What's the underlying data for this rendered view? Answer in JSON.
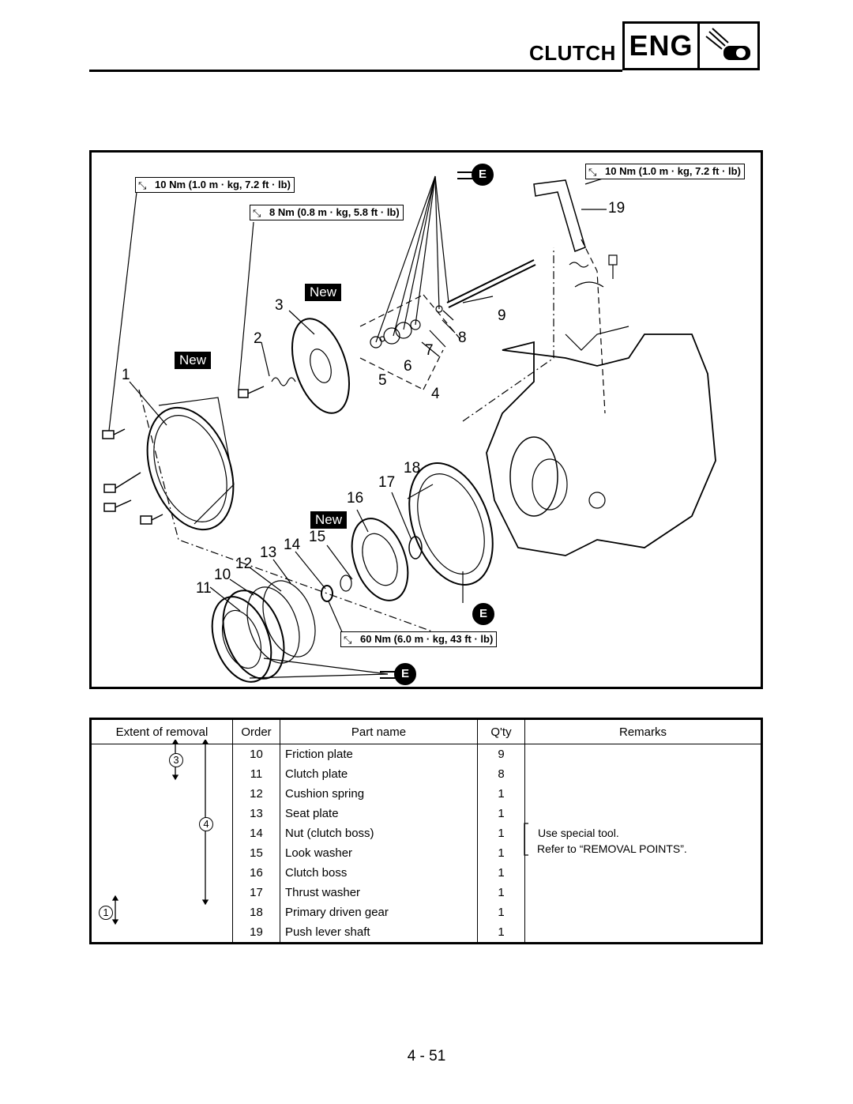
{
  "header": {
    "section_title": "CLUTCH",
    "badge": "ENG"
  },
  "diagram": {
    "callouts": {
      "c1": "1",
      "c2": "2",
      "c3": "3",
      "c4": "4",
      "c5": "5",
      "c6": "6",
      "c7": "7",
      "c8": "8",
      "c9": "9",
      "c10": "10",
      "c11": "11",
      "c12": "12",
      "c13": "13",
      "c14": "14",
      "c15": "15",
      "c16": "16",
      "c17": "17",
      "c18": "18",
      "c19": "19"
    },
    "torque": {
      "t1": "10 Nm (1.0 m · kg, 7.2 ft · lb)",
      "t2": "8 Nm (0.8 m · kg, 5.8 ft · lb)",
      "t3": "10 Nm (1.0 m · kg, 7.2 ft · lb)",
      "t4": "60 Nm (6.0 m · kg, 43 ft · lb)"
    },
    "new_label": "New",
    "engine_oil_mark": "E"
  },
  "table": {
    "headers": {
      "extent": "Extent of removal",
      "order": "Order",
      "part": "Part name",
      "qty": "Q'ty",
      "remarks": "Remarks"
    },
    "rows": [
      {
        "order": "10",
        "part": "Friction plate",
        "qty": "9"
      },
      {
        "order": "11",
        "part": "Clutch plate",
        "qty": "8"
      },
      {
        "order": "12",
        "part": "Cushion spring",
        "qty": "1"
      },
      {
        "order": "13",
        "part": "Seat plate",
        "qty": "1"
      },
      {
        "order": "14",
        "part": "Nut (clutch boss)",
        "qty": "1"
      },
      {
        "order": "15",
        "part": "Look washer",
        "qty": "1"
      },
      {
        "order": "16",
        "part": "Clutch boss",
        "qty": "1"
      },
      {
        "order": "17",
        "part": "Thrust washer",
        "qty": "1"
      },
      {
        "order": "18",
        "part": "Primary driven gear",
        "qty": "1"
      },
      {
        "order": "19",
        "part": "Push lever shaft",
        "qty": "1"
      }
    ],
    "extent_marks": {
      "m3": "3",
      "m4": "4",
      "m1": "1"
    },
    "remark_line1": "Use special tool.",
    "remark_line2": "Refer to “REMOVAL POINTS”."
  },
  "footer": {
    "page": "4 - 51"
  }
}
